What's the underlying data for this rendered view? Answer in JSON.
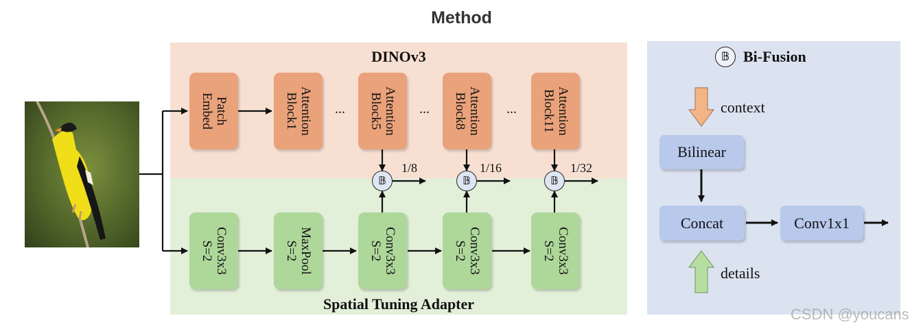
{
  "title": "Method",
  "panels": {
    "dinov3": "DINOv3",
    "adapter": "Spatial Tuning Adapter",
    "bifusion": "Bi-Fusion",
    "bifusion_symbol": "𝔹"
  },
  "dinov3_blocks": [
    "Patch\nEmbed",
    "Attention\nBlock1",
    "Attention\nBlock5",
    "Attention\nBlock8",
    "Attention\nBlock11"
  ],
  "adapter_blocks": [
    "Conv3x3\nS=2",
    "MaxPool\nS=2",
    "Conv3x3\nS=2",
    "Conv3x3\nS=2",
    "Conv3x3\nS=2"
  ],
  "ellipsis": "...",
  "fusion_symbol": "𝔹",
  "scales": [
    "1/8",
    "1/16",
    "1/32"
  ],
  "bifusion": {
    "context": "context",
    "details": "details",
    "bilinear": "Bilinear",
    "concat": "Concat",
    "conv": "Conv1x1"
  },
  "watermark": "CSDN @youcans",
  "colors": {
    "dinov3_bg": "#f7e0d2",
    "adapter_bg": "#e2efd9",
    "bifusion_bg": "#dbe2f0",
    "orange_block": "#eaa27b",
    "green_block": "#aed79a",
    "blue_block": "#b8c9ec"
  }
}
